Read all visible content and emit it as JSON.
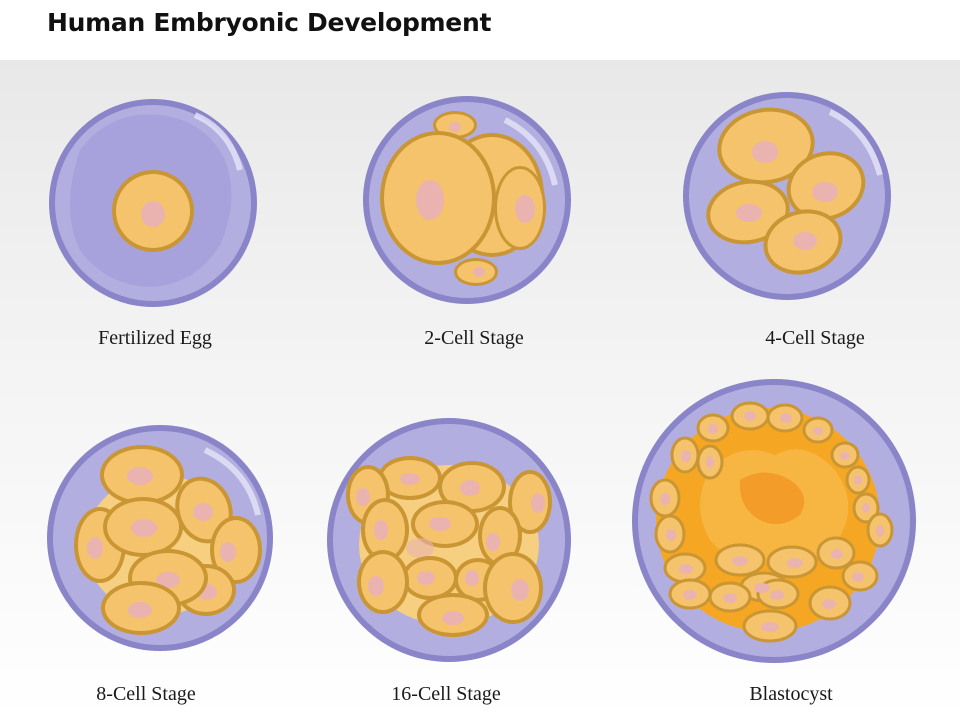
{
  "title": "Human Embryonic Development",
  "colors": {
    "membrane": "#b3aee0",
    "membrane_edge": "#8a84c8",
    "cell_fill": "#f4c36b",
    "cell_edge": "#c99633",
    "nucleus": "#eab3b0",
    "blastocoel": "#f5a623"
  },
  "stages": [
    {
      "label": "Fertilized Egg"
    },
    {
      "label": "2-Cell Stage"
    },
    {
      "label": "4-Cell Stage"
    },
    {
      "label": "8-Cell Stage"
    },
    {
      "label": "16-Cell Stage"
    },
    {
      "label": "Blastocyst"
    }
  ]
}
